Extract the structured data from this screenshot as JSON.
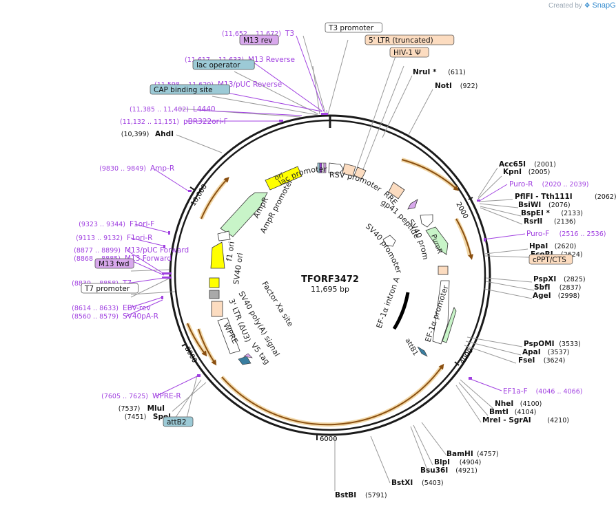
{
  "brand": {
    "created_by": "Created by",
    "name": "SnapGene"
  },
  "plasmid": {
    "name": "TFORF3472",
    "length": "11,695 bp"
  },
  "ticks": [
    "2000",
    "4000",
    "6000",
    "8000",
    "10,000"
  ],
  "colors": {
    "ring": "#1a1a1a",
    "primer": "#a040e0",
    "ori": "#ffff00",
    "marker": "#c8f4c8",
    "promoter": "#ffffff",
    "ltr": "#fcdcc0",
    "orf": "#c07020",
    "box_blue": "#9ccad6",
    "box_purple": "#d8a8ec",
    "box_orange": "#fcdcc0"
  },
  "labels": [
    {
      "id": "t3",
      "text": "T3",
      "coord": "(11,652 .. 11,672)",
      "style": "primer"
    },
    {
      "id": "m13rev",
      "text": "M13 rev",
      "style": "box-purple"
    },
    {
      "id": "m13reverse",
      "text": "M13 Reverse",
      "coord": "(11,617 .. 11,633)",
      "style": "primer"
    },
    {
      "id": "lacop",
      "text": "lac operator",
      "style": "box-blue"
    },
    {
      "id": "m13puc_rev",
      "text": "M13/pUC Reverse",
      "coord": "(11,598 .. 11,620)",
      "style": "primer"
    },
    {
      "id": "cap",
      "text": "CAP binding site",
      "style": "box-blue"
    },
    {
      "id": "l4440",
      "text": "L4440",
      "coord": "(11,385 .. 11,402)",
      "style": "primer"
    },
    {
      "id": "pbr322",
      "text": "pBR322ori-F",
      "coord": "(11,132 .. 11,151)",
      "style": "primer"
    },
    {
      "id": "ahdi",
      "text": "AhdI",
      "coord": "(10,399)",
      "style": "enzyme-left"
    },
    {
      "id": "ampr_p",
      "text": "Amp-R",
      "coord": "(9830 .. 9849)",
      "style": "primer"
    },
    {
      "id": "f1ori_f",
      "text": "F1ori-F",
      "coord": "(9323 .. 9344)",
      "style": "primer"
    },
    {
      "id": "f1ori_r",
      "text": "F1ori-R",
      "coord": "(9113 .. 9132)",
      "style": "primer"
    },
    {
      "id": "m13puc_fwd",
      "text": "M13/pUC Forward",
      "coord": "(8877 .. 8899)",
      "style": "primer"
    },
    {
      "id": "m13forward",
      "text": "M13 Forward",
      "coord": "(8868 .. 8885)",
      "style": "primer"
    },
    {
      "id": "m13fwd",
      "text": "M13 fwd",
      "style": "box-purple"
    },
    {
      "id": "t7",
      "text": "T7",
      "coord": "(8839 .. 8858)",
      "style": "primer"
    },
    {
      "id": "t7p",
      "text": "T7 promoter",
      "style": "box-white"
    },
    {
      "id": "ebvrev",
      "text": "EBV-rev",
      "coord": "(8614 .. 8633)",
      "style": "primer"
    },
    {
      "id": "sv40pa",
      "text": "SV40pA-R",
      "coord": "(8560 .. 8579)",
      "style": "primer"
    },
    {
      "id": "wpre_r",
      "text": "WPRE-R",
      "coord": "(7605 .. 7625)",
      "style": "primer"
    },
    {
      "id": "mlui",
      "text": "MluI",
      "coord": "(7537)",
      "style": "enzyme-left"
    },
    {
      "id": "spei",
      "text": "SpeI",
      "coord": "(7451)",
      "style": "enzyme-left"
    },
    {
      "id": "attb2",
      "text": "attB2",
      "style": "box-blue"
    },
    {
      "id": "t3p",
      "text": "T3 promoter",
      "style": "box-white"
    },
    {
      "id": "ltr5",
      "text": "5' LTR (truncated)",
      "style": "box-orange"
    },
    {
      "id": "hiv1",
      "text": "HIV-1 Ψ",
      "style": "box-orange"
    },
    {
      "id": "nrui",
      "text": "NruI *",
      "coord": "(611)",
      "style": "enzyme-right"
    },
    {
      "id": "noti",
      "text": "NotI",
      "coord": "(922)",
      "style": "enzyme-right"
    },
    {
      "id": "acc65i",
      "text": "Acc65I",
      "coord": "(2001)",
      "style": "enzyme-right"
    },
    {
      "id": "kpni",
      "text": "KpnI",
      "coord": "(2005)",
      "style": "enzyme-right"
    },
    {
      "id": "puror",
      "text": "Puro-R",
      "coord": "(2020 .. 2039)",
      "style": "primer"
    },
    {
      "id": "pflfi",
      "text": "PflFI - Tth111I",
      "coord": "(2062)",
      "style": "enzyme-right"
    },
    {
      "id": "bsiwi",
      "text": "BsiWI",
      "coord": "(2076)",
      "style": "enzyme-right"
    },
    {
      "id": "bspei",
      "text": "BspEI *",
      "coord": "(2133)",
      "style": "enzyme-right"
    },
    {
      "id": "srrii",
      "text": "RsrII",
      "coord": "(2136)",
      "style": "enzyme-right"
    },
    {
      "id": "purof",
      "text": "Puro-F",
      "coord": "(2516 .. 2536)",
      "style": "primer"
    },
    {
      "id": "hpai",
      "text": "HpaI",
      "coord": "(2620)",
      "style": "enzyme-right"
    },
    {
      "id": "ecori",
      "text": "EcoRI",
      "coord": "(2624)",
      "style": "enzyme-right"
    },
    {
      "id": "cppt",
      "text": "cPPT/CTS",
      "style": "box-orange"
    },
    {
      "id": "pspxi",
      "text": "PspXI",
      "coord": "(2825)",
      "style": "enzyme-right"
    },
    {
      "id": "sbfi",
      "text": "SbfI",
      "coord": "(2837)",
      "style": "enzyme-right"
    },
    {
      "id": "agei",
      "text": "AgeI",
      "coord": "(2998)",
      "style": "enzyme-right"
    },
    {
      "id": "pspomi",
      "text": "PspOMI",
      "coord": "(3533)",
      "style": "enzyme-right"
    },
    {
      "id": "apai",
      "text": "ApaI",
      "coord": "(3537)",
      "style": "enzyme-right"
    },
    {
      "id": "fsei",
      "text": "FseI",
      "coord": "(3624)",
      "style": "enzyme-right"
    },
    {
      "id": "ef1af",
      "text": "EF1a-F",
      "coord": "(4046 .. 4066)",
      "style": "primer"
    },
    {
      "id": "nhei",
      "text": "NheI",
      "coord": "(4100)",
      "style": "enzyme-right"
    },
    {
      "id": "bmti",
      "text": "BmtI",
      "coord": "(4104)",
      "style": "enzyme-right"
    },
    {
      "id": "mrei",
      "text": "MreI - SgrAI",
      "coord": "(4210)",
      "style": "enzyme-right"
    },
    {
      "id": "bamhi",
      "text": "BamHI",
      "coord": "(4757)",
      "style": "enzyme-right"
    },
    {
      "id": "blpi",
      "text": "BlpI",
      "coord": "(4904)",
      "style": "enzyme-right"
    },
    {
      "id": "bsu36i",
      "text": "Bsu36I",
      "coord": "(4921)",
      "style": "enzyme-right"
    },
    {
      "id": "bstxi",
      "text": "BstXI",
      "coord": "(5403)",
      "style": "enzyme-right"
    },
    {
      "id": "bstbi",
      "text": "BstBI",
      "coord": "(5791)",
      "style": "enzyme-right"
    }
  ],
  "features": [
    {
      "id": "ori",
      "text": "ori"
    },
    {
      "id": "lacprom",
      "text": "lac promoter"
    },
    {
      "id": "rsvprom",
      "text": "RSV promoter"
    },
    {
      "id": "rre",
      "text": "RRE"
    },
    {
      "id": "gp41",
      "text": "gp41 peptide"
    },
    {
      "id": "sv40prom1",
      "text": "SV40 promoter"
    },
    {
      "id": "puror_f",
      "text": "PuroR"
    },
    {
      "id": "sv40prom2",
      "text": "SV40 promoter"
    },
    {
      "id": "ef1aprom",
      "text": "EF-1α promoter"
    },
    {
      "id": "ef1aintron",
      "text": "EF-1α intron A"
    },
    {
      "id": "attb1",
      "text": "attB1"
    },
    {
      "id": "factorxa",
      "text": "Factor Xa site"
    },
    {
      "id": "v5",
      "text": "V5 tag"
    },
    {
      "id": "sv40polya",
      "text": "SV40 poly(A) signal"
    },
    {
      "id": "ltr3",
      "text": "3' LTR (ΔU3)"
    },
    {
      "id": "wpre",
      "text": "WPRE"
    },
    {
      "id": "sv40ori",
      "text": "SV40 ori"
    },
    {
      "id": "f1ori",
      "text": "f1 ori"
    },
    {
      "id": "amprprom",
      "text": "AmpR promoter"
    },
    {
      "id": "ampr",
      "text": "AmpR"
    }
  ]
}
